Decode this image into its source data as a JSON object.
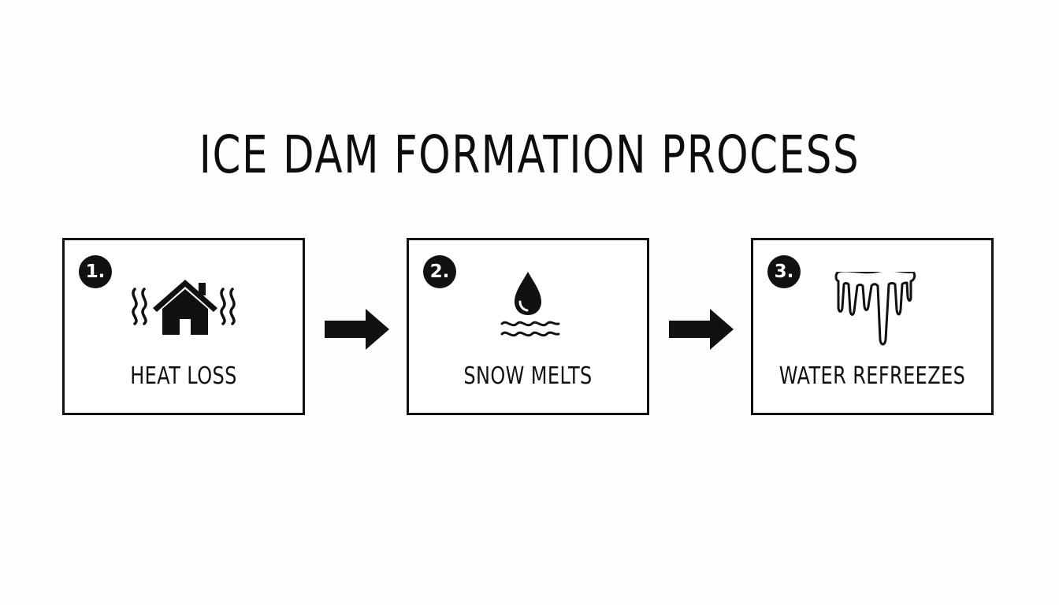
{
  "title": "ICE DAM FORMATION PROCESS",
  "steps": [
    {
      "number": "1.",
      "label": "HEAT LOSS",
      "icon": "house-heat-icon"
    },
    {
      "number": "2.",
      "label": "SNOW MELTS",
      "icon": "water-drop-icon"
    },
    {
      "number": "3.",
      "label": "WATER REFREEZES",
      "icon": "icicles-icon"
    }
  ],
  "colors": {
    "ink": "#111111",
    "background": "#fefefe"
  }
}
